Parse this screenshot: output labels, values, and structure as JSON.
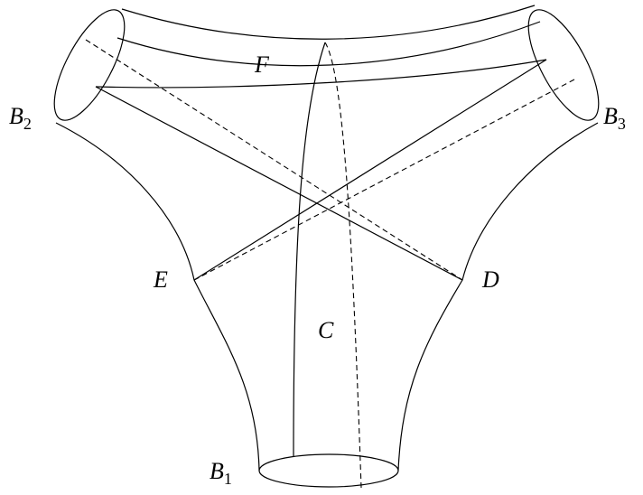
{
  "labels": {
    "B1": {
      "main": "B",
      "sub": "1"
    },
    "B2": {
      "main": "B",
      "sub": "2"
    },
    "B3": {
      "main": "B",
      "sub": "3"
    },
    "C": "C",
    "D": "D",
    "E": "E",
    "F": "F"
  }
}
